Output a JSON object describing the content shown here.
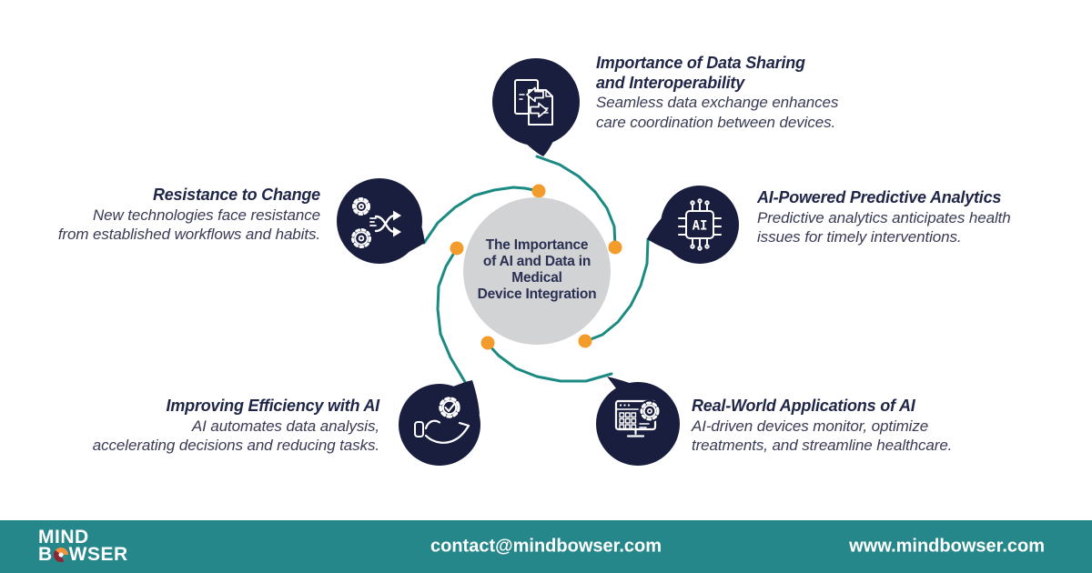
{
  "title_context": "AI and data in medical device integration infographic",
  "colors": {
    "navy": "#191e3e",
    "teal_arc": "#1b8a82",
    "teal_bar": "#26878b",
    "orange_dot": "#f39c2c",
    "gray_circle": "#d2d3d5",
    "title_text": "#1f2547",
    "body_text": "#383b55"
  },
  "center_circle": {
    "lines": [
      "The Importance",
      "of AI and Data in",
      "Medical",
      "Device Integration"
    ]
  },
  "chip_label": "AI",
  "nodes": [
    {
      "id": "data-sharing",
      "icon": "documents-exchange-icon",
      "title_lines": [
        "Importance of Data Sharing",
        "and Interoperability"
      ],
      "desc_lines": [
        "Seamless data exchange enhances",
        "care coordination between devices."
      ]
    },
    {
      "id": "predictive-analytics",
      "icon": "ai-chip-icon",
      "title_lines": [
        "AI-Powered Predictive Analytics"
      ],
      "desc_lines": [
        "Predictive analytics anticipates health",
        "issues for timely interventions."
      ]
    },
    {
      "id": "real-world-applications",
      "icon": "monitor-gear-icon",
      "title_lines": [
        "Real-World Applications of AI"
      ],
      "desc_lines": [
        "AI-driven devices monitor, optimize",
        "treatments, and streamline healthcare."
      ]
    },
    {
      "id": "improving-efficiency",
      "icon": "hand-gear-icon",
      "title_lines": [
        "Improving Efficiency with AI"
      ],
      "desc_lines": [
        "AI automates data analysis,",
        "accelerating decisions and reducing tasks."
      ]
    },
    {
      "id": "resistance-to-change",
      "icon": "gears-shuffle-icon",
      "title_lines": [
        "Resistance to Change"
      ],
      "desc_lines": [
        "New technologies face resistance",
        "from established workflows and habits."
      ]
    }
  ],
  "footer": {
    "logo_line1": "MIND",
    "logo_line2_prefix": "B",
    "logo_line2_suffix": "WSER",
    "email": "contact@mindbowser.com",
    "website": "www.mindbowser.com"
  }
}
